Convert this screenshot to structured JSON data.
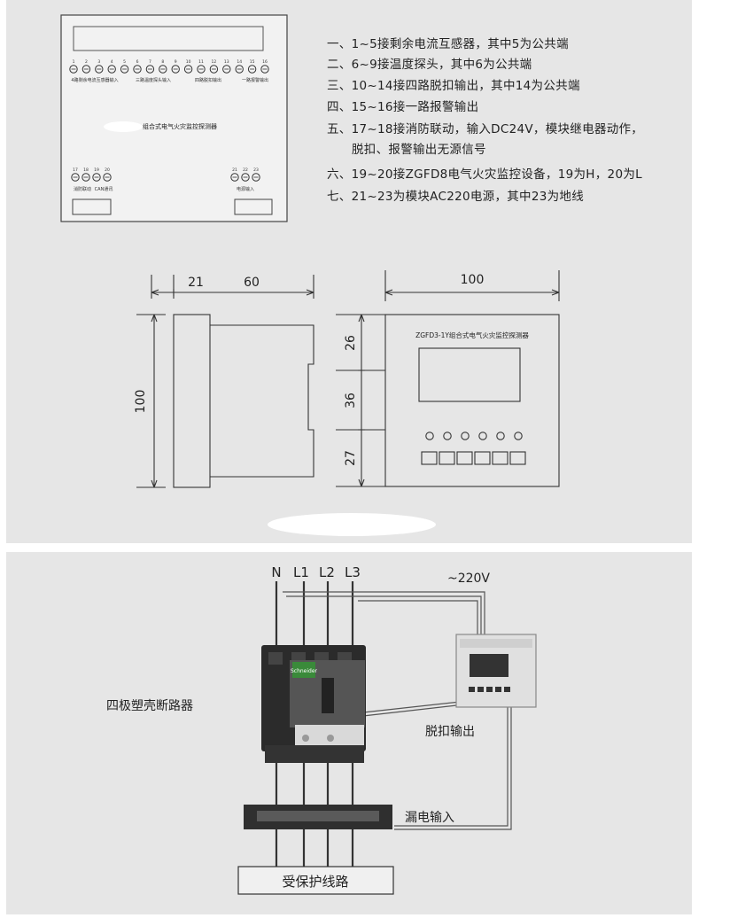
{
  "module_front": {
    "title": "组合式电气火灾监控探测器",
    "top_terminals": [
      "1",
      "2",
      "3",
      "4",
      "5",
      "6",
      "7",
      "8",
      "9",
      "10",
      "11",
      "12",
      "13",
      "14",
      "15",
      "16"
    ],
    "group_labels": [
      "4路剩余电流互感器输入",
      "三路温度探头输入",
      "四路脱扣输出",
      "一路报警输出"
    ],
    "bottom_left_terminals": [
      "17",
      "18",
      "19",
      "20"
    ],
    "bottom_left_labels": [
      "消防联动",
      "CAN通讯"
    ],
    "bottom_right_terminals": [
      "21",
      "22",
      "23"
    ],
    "bottom_right_label": "电源输入"
  },
  "notes": [
    "一、1~5接剩余电流互感器，其中5为公共端",
    "二、6~9接温度探头，其中6为公共端",
    "三、10~14接四路脱扣输出，其中14为公共端",
    "四、15~16接一路报警输出",
    "五、17~18接消防联动，输入DC24V，模块继电器动作，",
    "脱扣、报警输出无源信号",
    "六、19~20接ZGFD8电气火灾监控设备，19为H，20为L",
    "七、21~23为模块AC220电源，其中23为地线"
  ],
  "dimensions": {
    "side_depth_front": "21",
    "side_depth_body": "60",
    "height": "100",
    "front_width": "100",
    "section_top": "26",
    "section_mid": "36",
    "section_bottom": "27",
    "front_panel_title": "ZGFD3-1Y组合式电气火灾监控探测器"
  },
  "wiring": {
    "lines": [
      "N",
      "L1",
      "L2",
      "L3"
    ],
    "voltage_label": "~220V",
    "breaker_label": "四极塑壳断路器",
    "trip_output_label": "脱扣输出",
    "leakage_input_label": "漏电输入",
    "protected_line_label": "受保护线路",
    "breaker_brand": "Schneider"
  }
}
